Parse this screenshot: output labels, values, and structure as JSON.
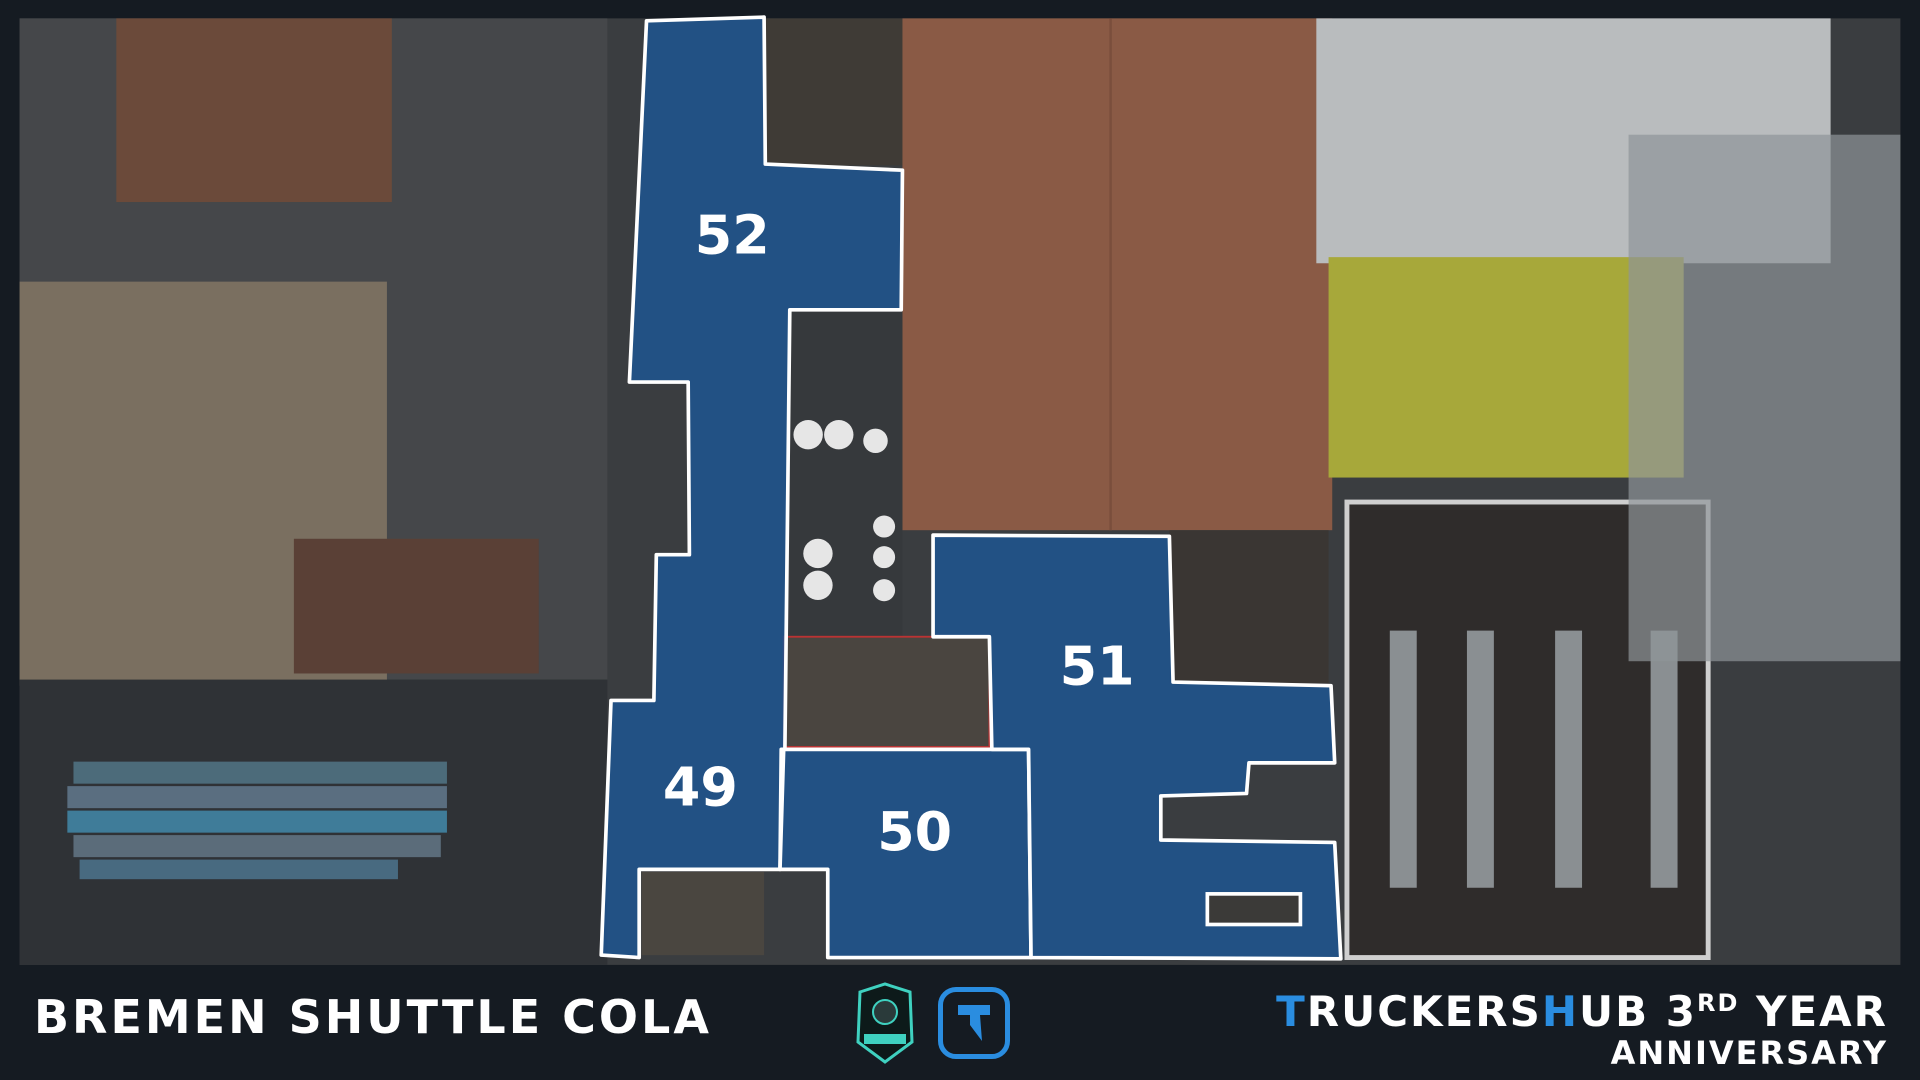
{
  "map": {
    "zones": [
      {
        "id": "52",
        "label": "52"
      },
      {
        "id": "49",
        "label": "49"
      },
      {
        "id": "50",
        "label": "50"
      },
      {
        "id": "51",
        "label": "51"
      }
    ],
    "zone_fill": "#1e5590",
    "zone_stroke": "#ffffff"
  },
  "footer": {
    "location_title": "BREMEN SHUTTLE COLA",
    "event_title": {
      "t_initial": "T",
      "part1": "RUCKERS",
      "h_initial": "H",
      "part2": "UB 3",
      "ordinal": "RD",
      "part3": " YEAR",
      "line2": "ANNIVERSARY"
    },
    "logos": [
      "indian-logo",
      "truckershub-logo"
    ],
    "accent_color": "#2a8de0"
  }
}
